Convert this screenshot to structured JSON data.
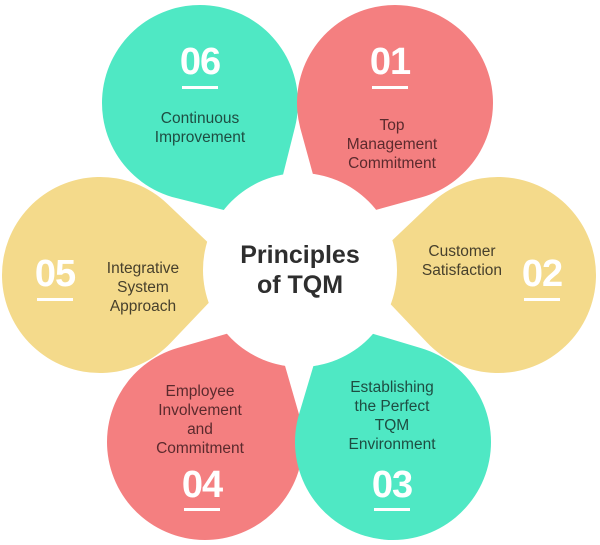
{
  "title": {
    "line1": "Principles",
    "line2": "of TQM"
  },
  "colors": {
    "teal": "#4fe8c4",
    "coral": "#f47f80",
    "yellow": "#f4da8b",
    "center": "#ffffff"
  },
  "petals": [
    {
      "number": "01",
      "lines": [
        "Top",
        "Management",
        "Commitment"
      ],
      "color": "coral"
    },
    {
      "number": "02",
      "lines": [
        "Customer",
        "Satisfaction"
      ],
      "color": "yellow"
    },
    {
      "number": "03",
      "lines": [
        "Establishing",
        "the Perfect",
        "TQM",
        "Environment"
      ],
      "color": "teal"
    },
    {
      "number": "04",
      "lines": [
        "Employee",
        "Involvement",
        "and",
        "Commitment"
      ],
      "color": "coral"
    },
    {
      "number": "05",
      "lines": [
        "Integrative",
        "System",
        "Approach"
      ],
      "color": "yellow"
    },
    {
      "number": "06",
      "lines": [
        "Continuous",
        "Improvement"
      ],
      "color": "teal"
    }
  ]
}
